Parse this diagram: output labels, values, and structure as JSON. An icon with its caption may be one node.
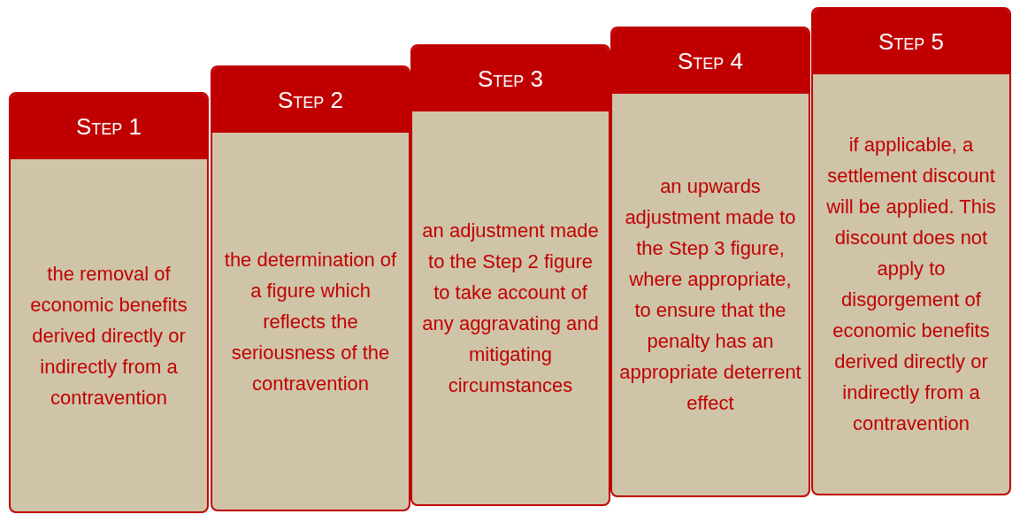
{
  "diagram": {
    "nodes": [
      {
        "text": [
          "Step 1",
          "the removal of economic benefits derived directly or indirectly from a contravention"
        ]
      },
      {
        "text": [
          "Step 2",
          "the determination of a figure which reflects the seriousness of the contravention"
        ]
      },
      {
        "text": [
          "Step 3",
          "an adjustment made to the Step 2 figure to take account of any aggravating and mitigating circumstances"
        ]
      },
      {
        "text": [
          "Step 4",
          "an upwards adjustment made to the Step 3 figure, where appropriate, to ensure that the penalty has an appropriate deterrent effect"
        ]
      },
      {
        "text": [
          "Step 5",
          "if applicable, a settlement discount will be applied. This discount does not apply to disgorgement of economic benefits derived directly or indirectly from a contravention"
        ]
      }
    ]
  }
}
